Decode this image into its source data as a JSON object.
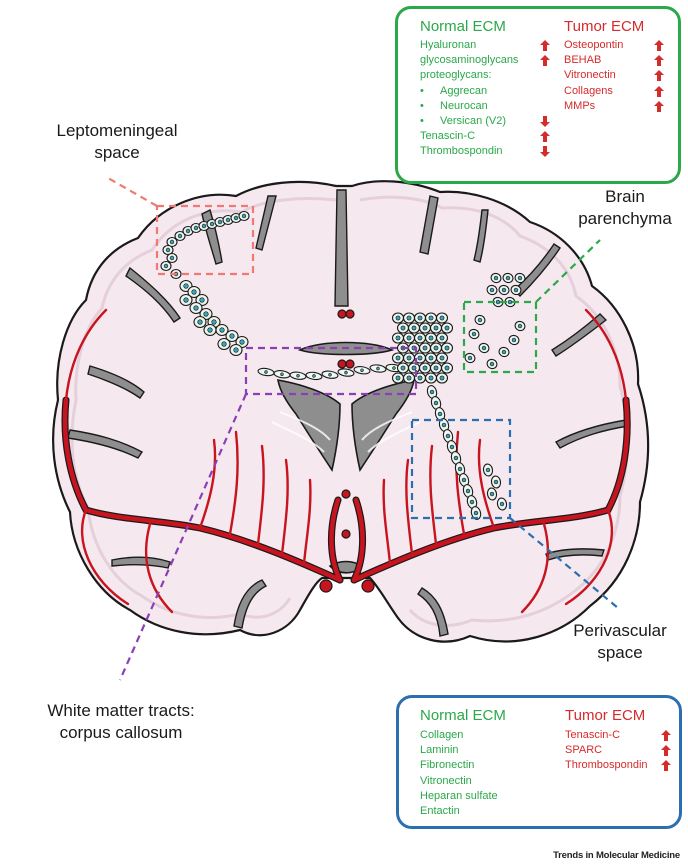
{
  "top_box": {
    "normal_header": "Normal ECM",
    "tumor_header": "Tumor ECM",
    "normal_items": [
      {
        "text": "Hyaluronan",
        "change": "up"
      },
      {
        "text": "glycosaminoglycans",
        "change": "up"
      },
      {
        "text": "proteoglycans:",
        "change": ""
      },
      {
        "text": "Aggrecan",
        "change": "",
        "bullet": "•"
      },
      {
        "text": "Neurocan",
        "change": "",
        "bullet": "•"
      },
      {
        "text": "Versican (V2)",
        "change": "down",
        "bullet": "•"
      },
      {
        "text": "Tenascin-C",
        "change": "up"
      },
      {
        "text": "Thrombospondin",
        "change": "down"
      }
    ],
    "tumor_items": [
      {
        "text": "Osteopontin",
        "change": "up"
      },
      {
        "text": "BEHAB",
        "change": "up"
      },
      {
        "text": "Vitronectin",
        "change": "up"
      },
      {
        "text": "Collagens",
        "change": "up"
      },
      {
        "text": "MMPs",
        "change": "up"
      }
    ]
  },
  "bottom_box": {
    "normal_header": "Normal ECM",
    "tumor_header": "Tumor ECM",
    "normal_items": [
      "Collagen",
      "Laminin",
      "Fibronectin",
      "Vitronectin",
      "Heparan sulfate",
      "Entactin"
    ],
    "tumor_items": [
      {
        "text": "Tenascin-C",
        "change": "up"
      },
      {
        "text": "SPARC",
        "change": "up"
      },
      {
        "text": "Thrombospondin",
        "change": "up"
      }
    ]
  },
  "labels": {
    "leptomeningeal": "Leptomeningeal\nspace",
    "parenchyma": "Brain\nparenchyma",
    "perivascular": "Perivascular\nspace",
    "white_matter": "White matter tracts:\ncorpus callosum"
  },
  "footer": "Trends in Molecular Medicine",
  "colors": {
    "green": "#2aa84a",
    "red": "#d62b2b",
    "blue": "#2c6fb0",
    "purple": "#8a3fb5",
    "salmon": "#f07a72",
    "brain_fill": "#f6e8ef",
    "vessel": "#c8141e"
  }
}
